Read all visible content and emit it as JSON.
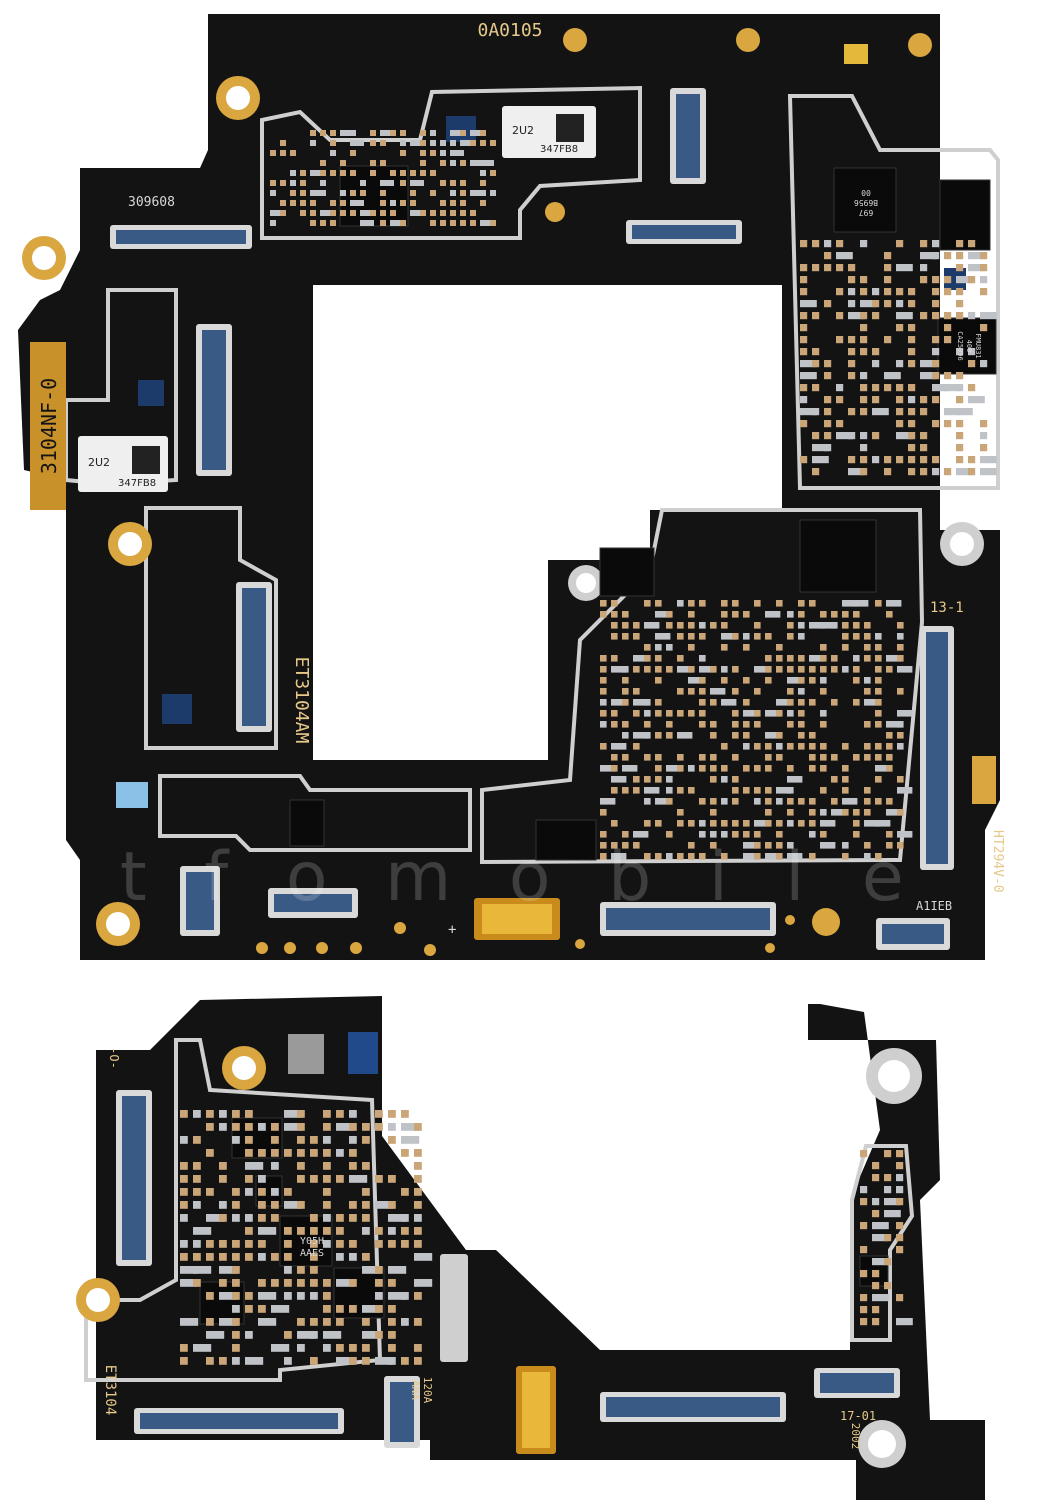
{
  "board_labels": {
    "top_center": "0A0105",
    "top_left_code": "309608",
    "left_vertical": "3104NF-0",
    "middle_vertical": "ET3104AM",
    "right_13": "13-1",
    "right_vertical": "HT294V-0",
    "bottom_right_small": "A1IEB",
    "bottom_board_vertical": "ET3104",
    "bottom_board_120a": "120A",
    "bottom_board_ana": "ANA",
    "bottom_board_17": "17-01",
    "bottom_board_2002": "2002",
    "bottom_board_o": "-O-",
    "plus_sign": "+"
  },
  "shield_labels": [
    {
      "line1": "2U2",
      "line2": "347FB8"
    },
    {
      "line1": "2U2",
      "line2": "347FB8"
    }
  ],
  "chip_labels": {
    "chip_a_l1": "697",
    "chip_a_l2": "B6956",
    "chip_a_l3": "00",
    "chip_b_l1": "FMU831",
    "chip_b_l2": "400",
    "chip_b_l3": "CA25096",
    "chip_c_l1": "Y05H",
    "chip_c_l2": "AAES"
  },
  "watermark": "t f o m o b i l e",
  "colors": {
    "pcb": "#121212",
    "gold": "#d9a640",
    "shield": "#cfcfcf",
    "pad": "#c9a577",
    "connector": "#3a5a86"
  }
}
